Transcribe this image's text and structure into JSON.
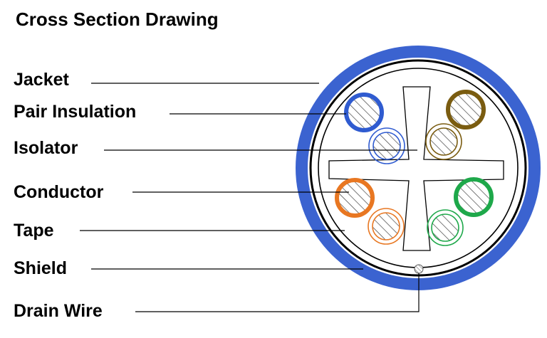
{
  "title": "Cross Section Drawing",
  "labels": {
    "jacket": "Jacket",
    "pair_insulation": "Pair Insulation",
    "isolator": "Isolator",
    "conductor": "Conductor",
    "tape": "Tape",
    "shield": "Shield",
    "drain_wire": "Drain Wire"
  },
  "colors": {
    "jacket": "#3b63d0",
    "blue_pair": "#2f5bd0",
    "brown_pair": "#7a5c10",
    "orange_pair": "#e87722",
    "green_pair": "#1ea84a",
    "leader_line": "#000000"
  },
  "pairs": [
    "blue",
    "brown",
    "orange",
    "green"
  ]
}
